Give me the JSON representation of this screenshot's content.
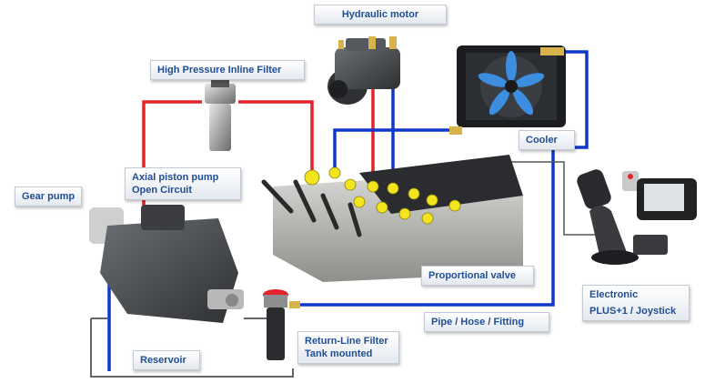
{
  "labels": {
    "hydraulic_motor": "Hydraulic motor",
    "hp_filter": "High Pressure  Inline  Filter",
    "axial_pump_line1": "Axial piston pump",
    "axial_pump_line2": "Open Circuit",
    "gear_pump": "Gear pump",
    "cooler": "Cooler",
    "proportional_valve": "Proportional valve",
    "electronic_line1": "Electronic",
    "electronic_line2": "PLUS+1  / Joystick",
    "pipe_hose": "Pipe / Hose / Fitting",
    "return_filter_line1": "Return-Line  Filter",
    "return_filter_line2": "Tank mounted",
    "reservoir": "Reservoir"
  },
  "colors": {
    "pressure_line": "#e3232c",
    "return_line": "#1038c8",
    "pilot_line": "#555555",
    "label_text": "#1f4e96"
  }
}
